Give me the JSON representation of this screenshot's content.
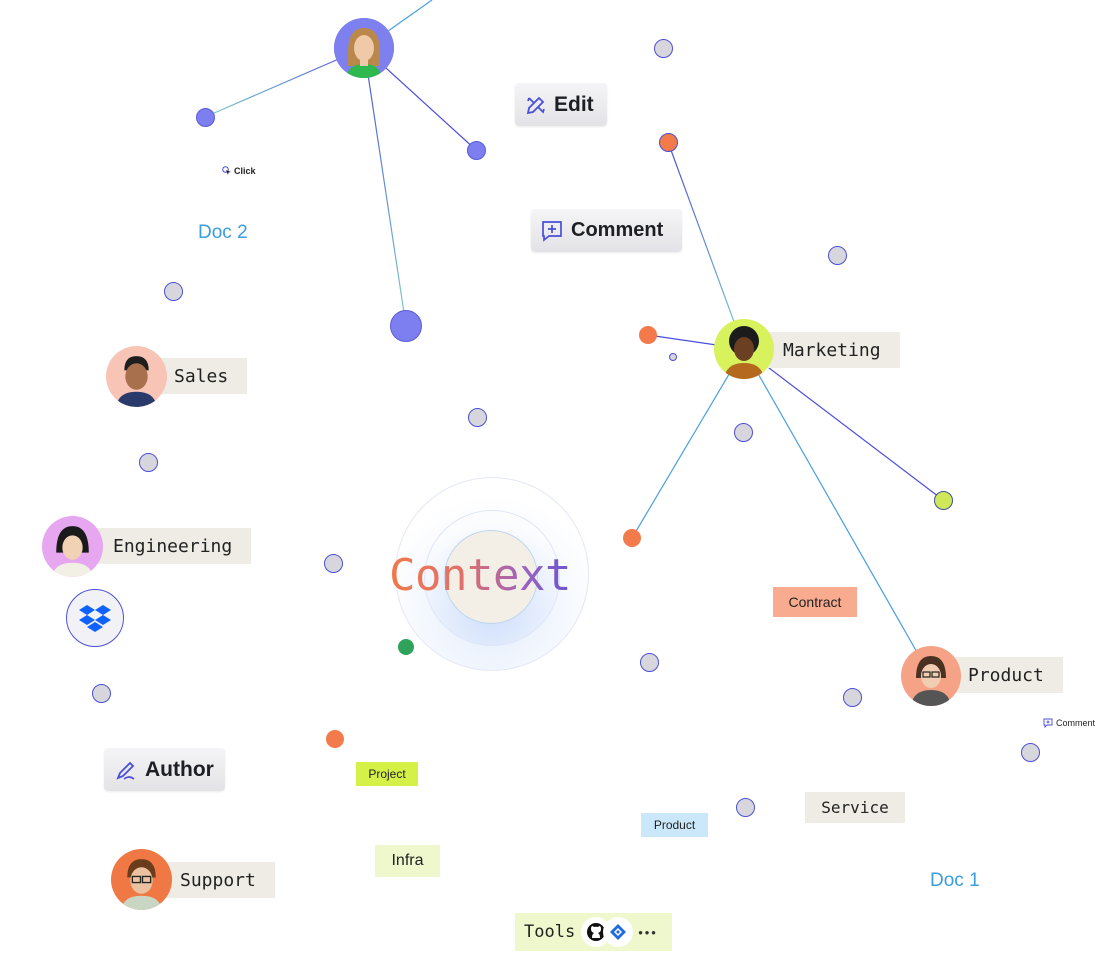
{
  "center": {
    "title": "Context"
  },
  "labels": {
    "edit": "Edit",
    "comment": "Comment",
    "author": "Author",
    "click": "Click",
    "doc2": "Doc 2",
    "doc1": "Doc 1",
    "small_comment": "Comment"
  },
  "people": {
    "marketing": "Marketing",
    "sales": "Sales",
    "engineering": "Engineering",
    "product": "Product",
    "support": "Support"
  },
  "tags": {
    "contract": "Contract",
    "project": "Project",
    "product": "Product",
    "service": "Service",
    "infra": "Infra"
  },
  "tools": {
    "label": "Tools",
    "more": "•••"
  },
  "colors": {
    "orange": "#f37a4a",
    "indigo": "#4a4fd8",
    "lime": "#cfe85a",
    "doc_blue": "#3a9ee0",
    "tag_bg": "#eeece4"
  },
  "icons": [
    "edit-icon",
    "comment-icon",
    "author-icon",
    "cursor-icon",
    "dropbox-icon",
    "github-icon",
    "jira-icon",
    "more-icon"
  ]
}
